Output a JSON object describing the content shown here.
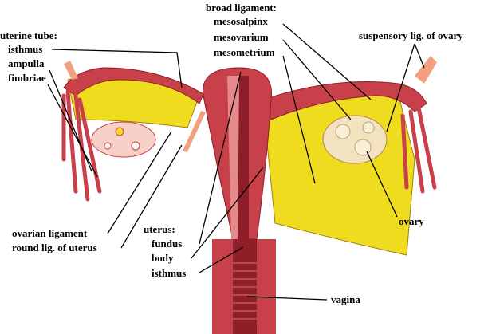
{
  "labels": {
    "uterine_tube": "uterine tube:",
    "tube_isthmus": "isthmus",
    "ampulla": "ampulla",
    "fimbriae": "fimbriae",
    "broad_ligament": "broad ligament:",
    "mesosalpinx": "mesosalpinx",
    "mesovarium": "mesovarium",
    "mesometrium": "mesometrium",
    "suspensory": "suspensory lig. of ovary",
    "ovary": "ovary",
    "ovarian_ligament": "ovarian ligament",
    "round_ligament": "round lig. of uterus",
    "uterus": "uterus:",
    "fundus": "fundus",
    "body": "body",
    "uterus_isthmus": "isthmus",
    "vagina": "vagina"
  },
  "colors": {
    "tissue": "#c8404a",
    "tissue_dark": "#8e1e28",
    "tissue_light": "#e58a8a",
    "ligament": "#f0dc1e",
    "ovary": "#f2e2c0"
  }
}
